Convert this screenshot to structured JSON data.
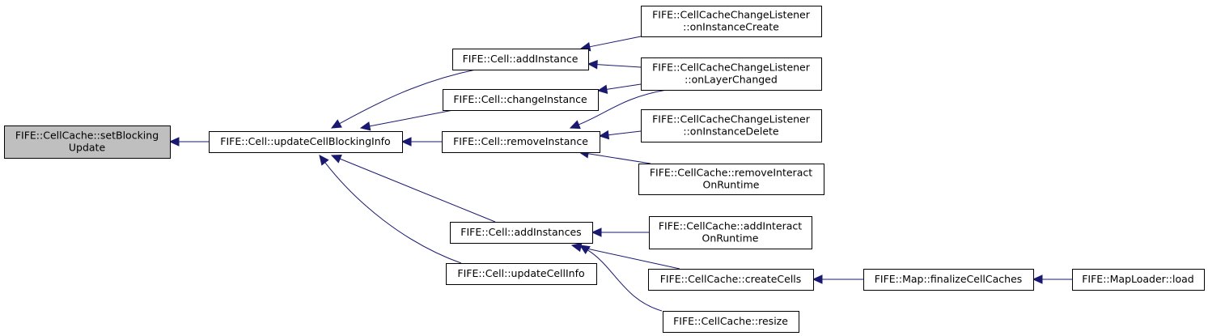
{
  "graph": {
    "edge_color": "#191970",
    "root_fill": "#bfbfbf",
    "nodes": [
      {
        "id": "root",
        "lines": [
          "FIFE::CellCache::setBlocking",
          "Update"
        ]
      },
      {
        "id": "n1",
        "lines": [
          "FIFE::Cell::updateCellBlockingInfo"
        ]
      },
      {
        "id": "n2",
        "lines": [
          "FIFE::Cell::addInstance"
        ]
      },
      {
        "id": "n3",
        "lines": [
          "FIFE::Cell::changeInstance"
        ]
      },
      {
        "id": "n4",
        "lines": [
          "FIFE::Cell::removeInstance"
        ]
      },
      {
        "id": "n5",
        "lines": [
          "FIFE::Cell::addInstances"
        ]
      },
      {
        "id": "n6",
        "lines": [
          "FIFE::Cell::updateCellInfo"
        ]
      },
      {
        "id": "n7",
        "lines": [
          "FIFE::CellCacheChangeListener",
          "::onInstanceCreate"
        ]
      },
      {
        "id": "n8",
        "lines": [
          "FIFE::CellCacheChangeListener",
          "::onLayerChanged"
        ]
      },
      {
        "id": "n9",
        "lines": [
          "FIFE::CellCacheChangeListener",
          "::onInstanceDelete"
        ]
      },
      {
        "id": "n10",
        "lines": [
          "FIFE::CellCache::removeInteract",
          "OnRuntime"
        ]
      },
      {
        "id": "n11",
        "lines": [
          "FIFE::CellCache::addInteract",
          "OnRuntime"
        ]
      },
      {
        "id": "n12",
        "lines": [
          "FIFE::CellCache::createCells"
        ]
      },
      {
        "id": "n13",
        "lines": [
          "FIFE::CellCache::resize"
        ]
      },
      {
        "id": "n14",
        "lines": [
          "FIFE::Map::finalizeCellCaches"
        ]
      },
      {
        "id": "n15",
        "lines": [
          "FIFE::MapLoader::load"
        ]
      }
    ],
    "edges": [
      {
        "from": "n1",
        "to": "root"
      },
      {
        "from": "n2",
        "to": "n1"
      },
      {
        "from": "n3",
        "to": "n1"
      },
      {
        "from": "n4",
        "to": "n1"
      },
      {
        "from": "n5",
        "to": "n1"
      },
      {
        "from": "n6",
        "to": "n1"
      },
      {
        "from": "n7",
        "to": "n2"
      },
      {
        "from": "n8",
        "to": "n2"
      },
      {
        "from": "n8",
        "to": "n3"
      },
      {
        "from": "n8",
        "to": "n4"
      },
      {
        "from": "n9",
        "to": "n4"
      },
      {
        "from": "n10",
        "to": "n4"
      },
      {
        "from": "n11",
        "to": "n5"
      },
      {
        "from": "n12",
        "to": "n5"
      },
      {
        "from": "n13",
        "to": "n5"
      },
      {
        "from": "n14",
        "to": "n12"
      },
      {
        "from": "n15",
        "to": "n14"
      }
    ]
  }
}
